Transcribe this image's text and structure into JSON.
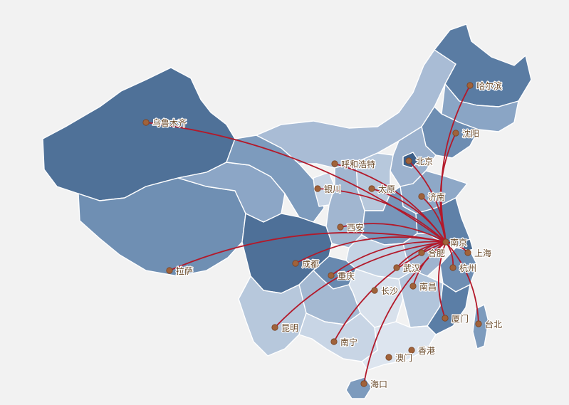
{
  "map": {
    "hub": "南京",
    "colors": {
      "route": "#b3192a",
      "dot": "#a0623a",
      "label": "#6a4a2a",
      "province_dark": "#4f7198",
      "province_mid": "#7d9bbd",
      "province_light": "#b9cade",
      "background": "#f2f2f2"
    },
    "cities": [
      {
        "id": "urumqi",
        "name": "乌鲁木齐"
      },
      {
        "id": "harbin",
        "name": "哈尔滨"
      },
      {
        "id": "shenyang",
        "name": "沈阳"
      },
      {
        "id": "beijing",
        "name": "北京"
      },
      {
        "id": "hohhot",
        "name": "呼和浩特"
      },
      {
        "id": "yinchuan",
        "name": "银川"
      },
      {
        "id": "taiyuan",
        "name": "太原"
      },
      {
        "id": "jinan",
        "name": "济南"
      },
      {
        "id": "xian",
        "name": "西安"
      },
      {
        "id": "nanjing",
        "name": "南京"
      },
      {
        "id": "shanghai",
        "name": "上海"
      },
      {
        "id": "hefei",
        "name": "合肥"
      },
      {
        "id": "hangzhou",
        "name": "杭州"
      },
      {
        "id": "chengdu",
        "name": "成都"
      },
      {
        "id": "lhasa",
        "name": "拉萨"
      },
      {
        "id": "chongqing",
        "name": "重庆"
      },
      {
        "id": "wuhan",
        "name": "武汉"
      },
      {
        "id": "changsha",
        "name": "长沙"
      },
      {
        "id": "nanchang",
        "name": "南昌"
      },
      {
        "id": "kunming",
        "name": "昆明"
      },
      {
        "id": "xiamen",
        "name": "厦门"
      },
      {
        "id": "taipei",
        "name": "台北"
      },
      {
        "id": "nanning",
        "name": "南宁"
      },
      {
        "id": "hongkong",
        "name": "香港"
      },
      {
        "id": "macau",
        "name": "澳门"
      },
      {
        "id": "haikou",
        "name": "海口"
      }
    ]
  }
}
